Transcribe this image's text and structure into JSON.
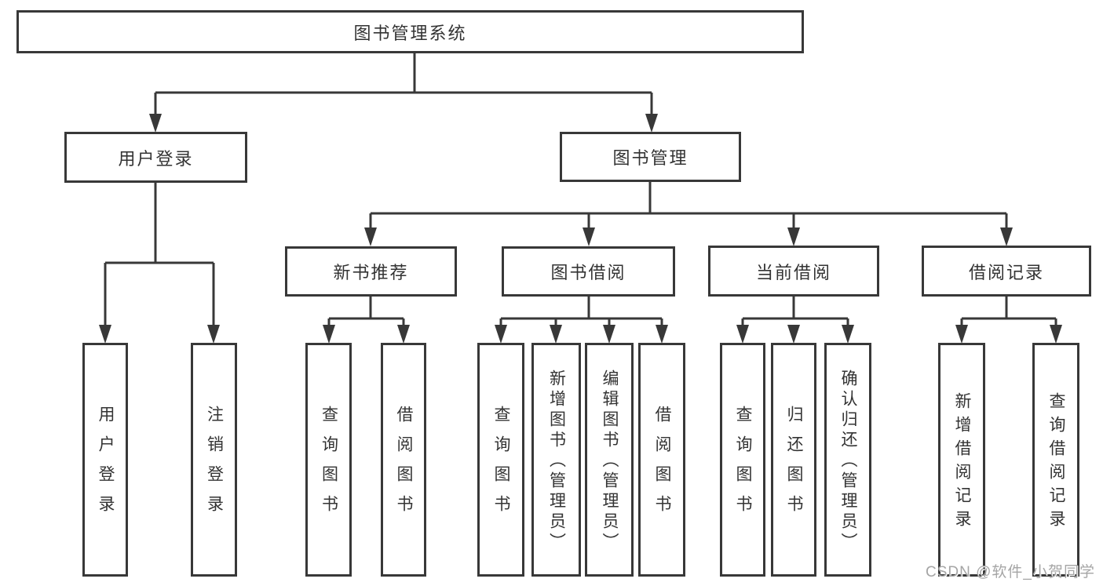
{
  "tree": {
    "root": {
      "label": "图书管理系统"
    },
    "level2": [
      {
        "label": "用户登录",
        "children": [
          {
            "label": "用户登录"
          },
          {
            "label": "注销登录"
          }
        ]
      },
      {
        "label": "图书管理",
        "children": [
          {
            "label": "新书推荐",
            "children": [
              {
                "label": "查询图书"
              },
              {
                "label": "借阅图书"
              }
            ]
          },
          {
            "label": "图书借阅",
            "children": [
              {
                "label": "查询图书"
              },
              {
                "label": "新增图书（管理员）"
              },
              {
                "label": "编辑图书（管理员）"
              },
              {
                "label": "借阅图书"
              }
            ]
          },
          {
            "label": "当前借阅",
            "children": [
              {
                "label": "查询图书"
              },
              {
                "label": "归还图书"
              },
              {
                "label": "确认归还（管理员）"
              }
            ]
          },
          {
            "label": "借阅记录",
            "children": [
              {
                "label": "新增借阅记录"
              },
              {
                "label": "查询借阅记录"
              }
            ]
          }
        ]
      }
    ]
  },
  "watermark": {
    "text": "CSDN @软件_小贺同学"
  },
  "colors": {
    "line": "#383838",
    "box_border": "#383838",
    "box_background": "#ffffff",
    "text": "#333333",
    "watermark_text": "#a5a5a5",
    "page_background": "#ffffff"
  }
}
